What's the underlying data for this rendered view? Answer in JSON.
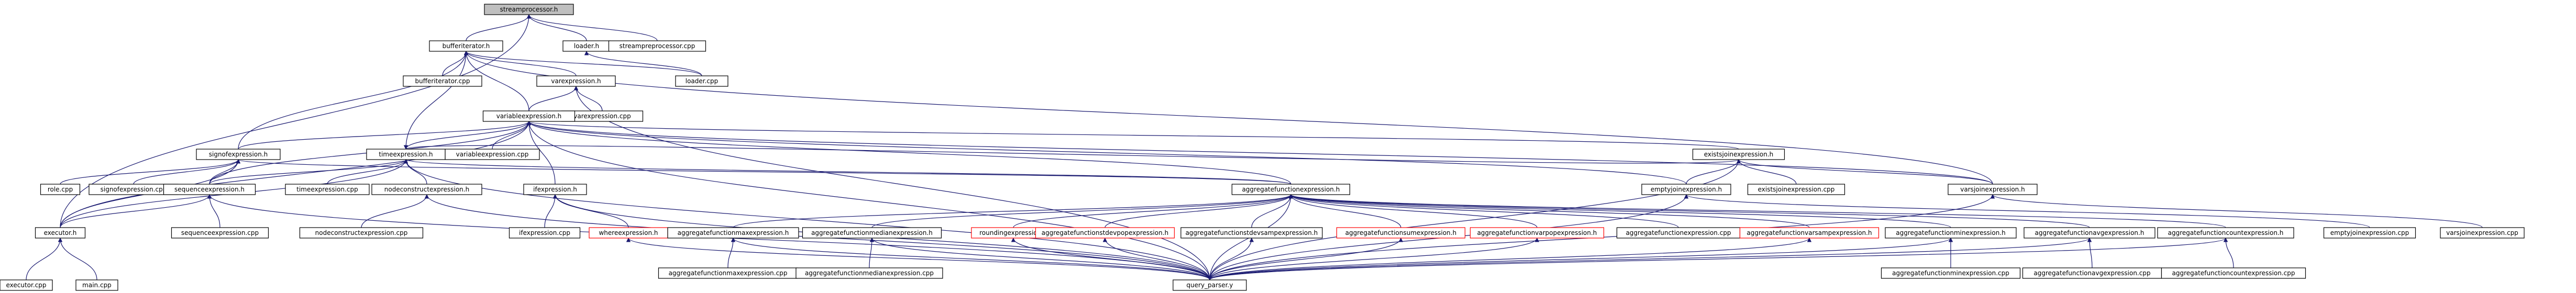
{
  "graph": {
    "title": "include dependency graph",
    "edge_color": "#191970",
    "root_fill": "#bfbfbf",
    "red_border": "#ff0000",
    "nodes": [
      {
        "id": "streamprocessor_h",
        "label": "streamprocessor.h",
        "style": "root"
      },
      {
        "id": "bufferiterator_h",
        "label": "bufferiterator.h"
      },
      {
        "id": "loader_h",
        "label": "loader.h"
      },
      {
        "id": "streampreprocessor_cpp",
        "label": "streampreprocessor.cpp"
      },
      {
        "id": "bufferiterator_cpp",
        "label": "bufferiterator.cpp"
      },
      {
        "id": "varexpression_h",
        "label": "varexpression.h"
      },
      {
        "id": "loader_cpp",
        "label": "loader.cpp"
      },
      {
        "id": "varexpression_cpp",
        "label": "varexpression.cpp"
      },
      {
        "id": "variableexpression_h",
        "label": "variableexpression.h"
      },
      {
        "id": "signofexpression_h",
        "label": "signofexpression.h"
      },
      {
        "id": "variableexpression_cpp",
        "label": "variableexpression.cpp"
      },
      {
        "id": "timeexpression_h",
        "label": "timeexpression.h"
      },
      {
        "id": "existsjoinexpression_h",
        "label": "existsjoinexpression.h"
      },
      {
        "id": "role_cpp",
        "label": "role.cpp"
      },
      {
        "id": "signofexpression_cpp",
        "label": "signofexpression.cpp"
      },
      {
        "id": "sequenceexpression_h",
        "label": "sequenceexpression.h"
      },
      {
        "id": "timeexpression_cpp",
        "label": "timeexpression.cpp"
      },
      {
        "id": "nodeconstructexpression_h",
        "label": "nodeconstructexpression.h"
      },
      {
        "id": "ifexpression_h",
        "label": "ifexpression.h"
      },
      {
        "id": "aggregatefunctionexpression_h",
        "label": "aggregatefunctionexpression.h"
      },
      {
        "id": "emptyjoinexpression_h",
        "label": "emptyjoinexpression.h"
      },
      {
        "id": "existsjoinexpression_cpp",
        "label": "existsjoinexpression.cpp"
      },
      {
        "id": "varsjoinexpression_h",
        "label": "varsjoinexpression.h"
      },
      {
        "id": "executor_h",
        "label": "executor.h"
      },
      {
        "id": "sequenceexpression_cpp",
        "label": "sequenceexpression.cpp"
      },
      {
        "id": "nodeconstructexpression_cpp",
        "label": "nodeconstructexpression.cpp"
      },
      {
        "id": "ifexpression_cpp",
        "label": "ifexpression.cpp"
      },
      {
        "id": "whereexpression_h",
        "label": "whereexpression.h",
        "style": "red"
      },
      {
        "id": "aggregatefunctionmaxexpression_h",
        "label": "aggregatefunctionmaxexpression.h"
      },
      {
        "id": "aggregatefunctionmedianexpression_h",
        "label": "aggregatefunctionmedianexpression.h"
      },
      {
        "id": "roundingexpression_h",
        "label": "roundingexpression.h",
        "style": "red"
      },
      {
        "id": "aggregatefunctionstdevpopexpression_h",
        "label": "aggregatefunctionstdevpopexpression.h",
        "style": "red"
      },
      {
        "id": "aggregatefunctionstdevsampexpression_h",
        "label": "aggregatefunctionstdevsampexpression.h"
      },
      {
        "id": "aggregatefunctionsumexpression_h",
        "label": "aggregatefunctionsumexpression.h",
        "style": "red"
      },
      {
        "id": "aggregatefunctionvarpopexpression_h",
        "label": "aggregatefunctionvarpopexpression.h",
        "style": "red"
      },
      {
        "id": "aggregatefunctionexpression_cpp",
        "label": "aggregatefunctionexpression.cpp"
      },
      {
        "id": "aggregatefunctionvarsampexpression_h",
        "label": "aggregatefunctionvarsampexpression.h",
        "style": "red"
      },
      {
        "id": "aggregatefunctionminexpression_h",
        "label": "aggregatefunctionminexpression.h"
      },
      {
        "id": "aggregatefunctionavgexpression_h",
        "label": "aggregatefunctionavgexpression.h"
      },
      {
        "id": "aggregatefunctioncountexpression_h",
        "label": "aggregatefunctioncountexpression.h"
      },
      {
        "id": "emptyjoinexpression_cpp",
        "label": "emptyjoinexpression.cpp"
      },
      {
        "id": "varsjoinexpression_cpp",
        "label": "varsjoinexpression.cpp"
      },
      {
        "id": "executor_cpp",
        "label": "executor.cpp"
      },
      {
        "id": "main_cpp",
        "label": "main.cpp"
      },
      {
        "id": "query_parser_y",
        "label": "query_parser.y"
      },
      {
        "id": "aggregatefunctionmaxexpression_cpp",
        "label": "aggregatefunctionmaxexpression.cpp"
      },
      {
        "id": "aggregatefunctionmedianexpression_cpp",
        "label": "aggregatefunctionmedianexpression.cpp"
      },
      {
        "id": "aggregatefunctionminexpression_cpp",
        "label": "aggregatefunctionminexpression.cpp"
      },
      {
        "id": "aggregatefunctionavgexpression_cpp",
        "label": "aggregatefunctionavgexpression.cpp"
      },
      {
        "id": "aggregatefunctioncountexpression_cpp",
        "label": "aggregatefunctioncountexpression.cpp"
      }
    ],
    "edges": [
      [
        "bufferiterator_h",
        "streamprocessor_h"
      ],
      [
        "loader_h",
        "streamprocessor_h"
      ],
      [
        "streampreprocessor_cpp",
        "streamprocessor_h"
      ],
      [
        "executor_h",
        "streamprocessor_h"
      ],
      [
        "bufferiterator_cpp",
        "bufferiterator_h"
      ],
      [
        "varexpression_h",
        "bufferiterator_h"
      ],
      [
        "loader_cpp",
        "bufferiterator_h"
      ],
      [
        "variableexpression_h",
        "bufferiterator_h"
      ],
      [
        "signofexpression_h",
        "bufferiterator_h"
      ],
      [
        "timeexpression_h",
        "bufferiterator_h"
      ],
      [
        "varsjoinexpression_h",
        "bufferiterator_h"
      ],
      [
        "loader_cpp",
        "loader_h"
      ],
      [
        "varexpression_cpp",
        "varexpression_h"
      ],
      [
        "variableexpression_h",
        "varexpression_h"
      ],
      [
        "query_parser_y",
        "varexpression_h"
      ],
      [
        "variableexpression_cpp",
        "variableexpression_h"
      ],
      [
        "signofexpression_h",
        "variableexpression_h"
      ],
      [
        "timeexpression_h",
        "variableexpression_h"
      ],
      [
        "sequenceexpression_h",
        "variableexpression_h"
      ],
      [
        "ifexpression_h",
        "variableexpression_h"
      ],
      [
        "aggregatefunctionexpression_h",
        "variableexpression_h"
      ],
      [
        "existsjoinexpression_h",
        "variableexpression_h"
      ],
      [
        "emptyjoinexpression_h",
        "variableexpression_h"
      ],
      [
        "varsjoinexpression_h",
        "variableexpression_h"
      ],
      [
        "executor_h",
        "variableexpression_h"
      ],
      [
        "query_parser_y",
        "variableexpression_h"
      ],
      [
        "role_cpp",
        "signofexpression_h"
      ],
      [
        "signofexpression_cpp",
        "signofexpression_h"
      ],
      [
        "sequenceexpression_h",
        "signofexpression_h"
      ],
      [
        "executor_h",
        "signofexpression_h"
      ],
      [
        "aggregatefunctionexpression_h",
        "signofexpression_h"
      ],
      [
        "timeexpression_cpp",
        "timeexpression_h"
      ],
      [
        "sequenceexpression_h",
        "timeexpression_h"
      ],
      [
        "nodeconstructexpression_h",
        "timeexpression_h"
      ],
      [
        "executor_h",
        "timeexpression_h"
      ],
      [
        "query_parser_y",
        "timeexpression_h"
      ],
      [
        "aggregatefunctionexpression_h",
        "timeexpression_h"
      ],
      [
        "existsjoinexpression_h",
        "timeexpression_h"
      ],
      [
        "sequenceexpression_cpp",
        "sequenceexpression_h"
      ],
      [
        "executor_h",
        "sequenceexpression_h"
      ],
      [
        "query_parser_y",
        "sequenceexpression_h"
      ],
      [
        "nodeconstructexpression_cpp",
        "nodeconstructexpression_h"
      ],
      [
        "query_parser_y",
        "nodeconstructexpression_h"
      ],
      [
        "ifexpression_cpp",
        "ifexpression_h"
      ],
      [
        "whereexpression_h",
        "ifexpression_h"
      ],
      [
        "query_parser_y",
        "ifexpression_h"
      ],
      [
        "aggregatefunctionmaxexpression_h",
        "aggregatefunctionexpression_h"
      ],
      [
        "aggregatefunctionmedianexpression_h",
        "aggregatefunctionexpression_h"
      ],
      [
        "roundingexpression_h",
        "aggregatefunctionexpression_h"
      ],
      [
        "aggregatefunctionstdevpopexpression_h",
        "aggregatefunctionexpression_h"
      ],
      [
        "aggregatefunctionstdevsampexpression_h",
        "aggregatefunctionexpression_h"
      ],
      [
        "aggregatefunctionsumexpression_h",
        "aggregatefunctionexpression_h"
      ],
      [
        "aggregatefunctionvarpopexpression_h",
        "aggregatefunctionexpression_h"
      ],
      [
        "aggregatefunctionexpression_cpp",
        "aggregatefunctionexpression_h"
      ],
      [
        "aggregatefunctionvarsampexpression_h",
        "aggregatefunctionexpression_h"
      ],
      [
        "aggregatefunctionminexpression_h",
        "aggregatefunctionexpression_h"
      ],
      [
        "aggregatefunctionavgexpression_h",
        "aggregatefunctionexpression_h"
      ],
      [
        "aggregatefunctioncountexpression_h",
        "aggregatefunctionexpression_h"
      ],
      [
        "query_parser_y",
        "aggregatefunctionexpression_h"
      ],
      [
        "emptyjoinexpression_h",
        "existsjoinexpression_h"
      ],
      [
        "existsjoinexpression_cpp",
        "existsjoinexpression_h"
      ],
      [
        "varsjoinexpression_h",
        "existsjoinexpression_h"
      ],
      [
        "query_parser_y",
        "existsjoinexpression_h"
      ],
      [
        "emptyjoinexpression_cpp",
        "emptyjoinexpression_h"
      ],
      [
        "query_parser_y",
        "emptyjoinexpression_h"
      ],
      [
        "varsjoinexpression_cpp",
        "varsjoinexpression_h"
      ],
      [
        "query_parser_y",
        "varsjoinexpression_h"
      ],
      [
        "executor_cpp",
        "executor_h"
      ],
      [
        "main_cpp",
        "executor_h"
      ],
      [
        "query_parser_y",
        "whereexpression_h"
      ],
      [
        "aggregatefunctionmaxexpression_cpp",
        "aggregatefunctionmaxexpression_h"
      ],
      [
        "query_parser_y",
        "aggregatefunctionmaxexpression_h"
      ],
      [
        "aggregatefunctionmedianexpression_cpp",
        "aggregatefunctionmedianexpression_h"
      ],
      [
        "query_parser_y",
        "aggregatefunctionmedianexpression_h"
      ],
      [
        "query_parser_y",
        "roundingexpression_h"
      ],
      [
        "query_parser_y",
        "aggregatefunctionstdevpopexpression_h"
      ],
      [
        "query_parser_y",
        "aggregatefunctionstdevsampexpression_h"
      ],
      [
        "query_parser_y",
        "aggregatefunctionsumexpression_h"
      ],
      [
        "query_parser_y",
        "aggregatefunctionvarpopexpression_h"
      ],
      [
        "query_parser_y",
        "aggregatefunctionvarsampexpression_h"
      ],
      [
        "aggregatefunctionminexpression_cpp",
        "aggregatefunctionminexpression_h"
      ],
      [
        "query_parser_y",
        "aggregatefunctionminexpression_h"
      ],
      [
        "aggregatefunctionavgexpression_cpp",
        "aggregatefunctionavgexpression_h"
      ],
      [
        "query_parser_y",
        "aggregatefunctionavgexpression_h"
      ],
      [
        "aggregatefunctioncountexpression_cpp",
        "aggregatefunctioncountexpression_h"
      ],
      [
        "query_parser_y",
        "aggregatefunctioncountexpression_h"
      ]
    ]
  }
}
